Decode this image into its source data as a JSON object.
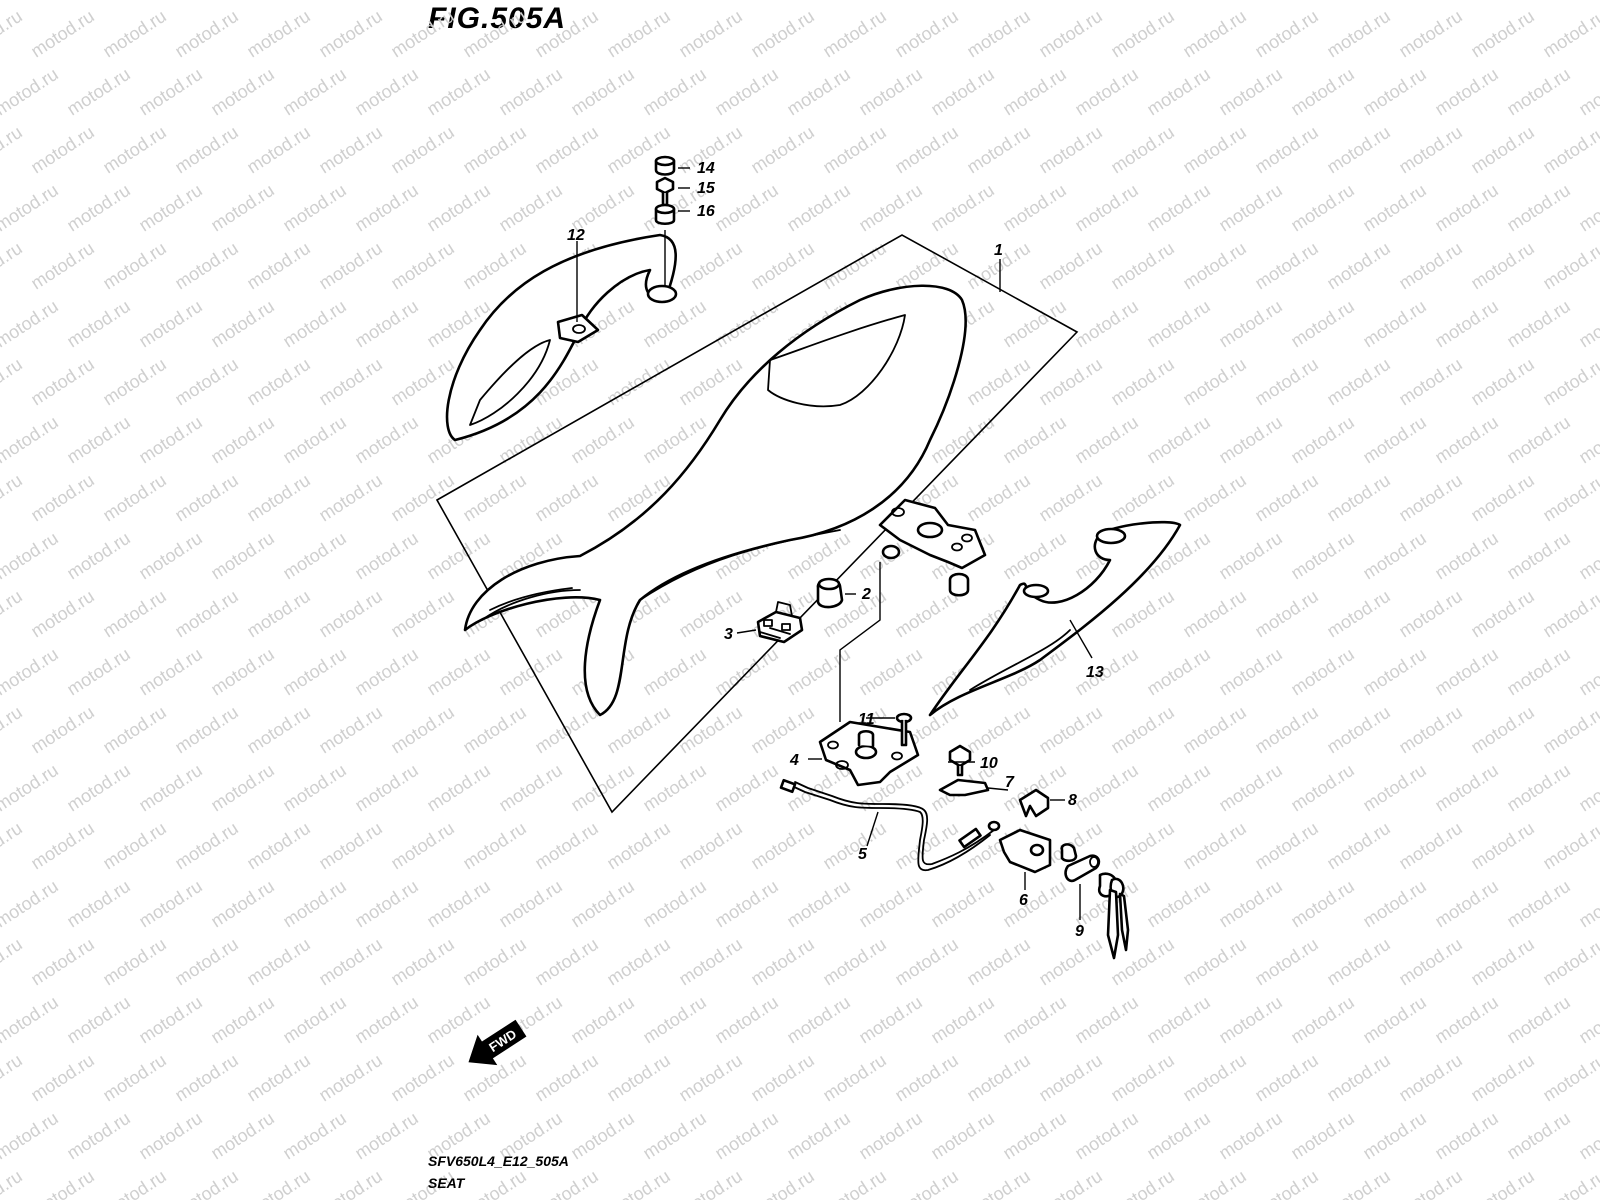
{
  "figure": {
    "title": "FIG.505A",
    "reference_code": "SFV650L4_E12_505A",
    "section_name": "SEAT"
  },
  "watermark": "motod.ru",
  "forward_arrow": {
    "label": "FWD",
    "icon": "forward-arrow-icon"
  },
  "callouts": {
    "n1": "1",
    "n2": "2",
    "n3": "3",
    "n4": "4",
    "n5": "5",
    "n6": "6",
    "n7": "7",
    "n8": "8",
    "n9": "9",
    "n10": "10",
    "n11": "11",
    "n12": "12",
    "n13": "13",
    "n14": "14",
    "n15": "15",
    "n16": "16"
  },
  "colors": {
    "line": "#000000",
    "background": "#ffffff",
    "watermark": "#cfcfcf"
  }
}
